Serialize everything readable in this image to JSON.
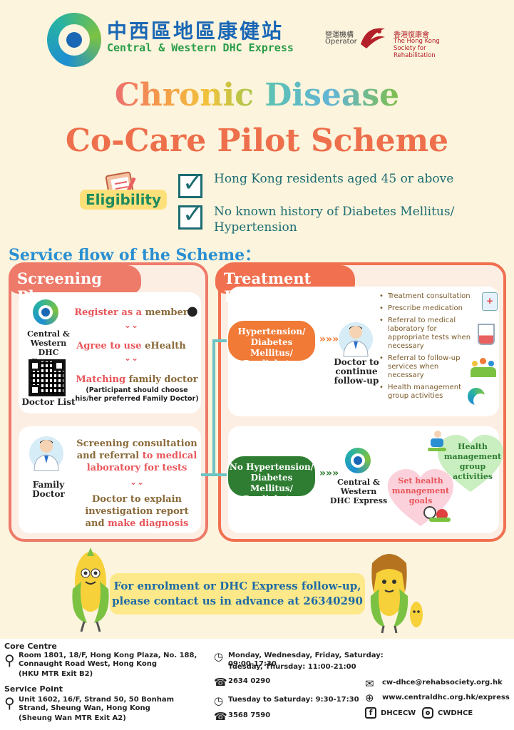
{
  "header": {
    "org_zh": "中西區地區康健站",
    "org_en": "Central & Western DHC Express",
    "operator_zh": "營運機構",
    "operator_en": "Operator",
    "partner_zh": "香港復康會",
    "partner_en": "The Hong Kong Society for Rehabilitation"
  },
  "title": {
    "line1_words": [
      "Chronic",
      "Disease"
    ],
    "line2": "Co-Care Pilot Scheme"
  },
  "eligibility": {
    "label": "Eligibility",
    "items": [
      "Hong Kong residents aged 45 or above",
      "No known history of Diabetes Mellitus/ Hypertension"
    ]
  },
  "service_flow_title": "Service flow of the Scheme：",
  "screening": {
    "tab": "Screening Phase",
    "dhc_label": "Central & Western DHC Express",
    "doctor_list_label": "Doctor List",
    "step1_a": "Register as a ",
    "step1_b": "member",
    "step2_a": "Agree to use ",
    "step2_b": "eHealth",
    "step3_a": "Matching ",
    "step3_b": "family doctor",
    "step3_note": "(Participant should choose his/her preferred Family Doctor)",
    "family_doctor_label": "Family Doctor",
    "step4_a": "Screening consultation",
    "step4_b": "and referral ",
    "step4_c": "to medical laboratory for tests",
    "step5_a": "Doctor to explain investigation report",
    "step5_b": "and ",
    "step5_c": "make diagnosis"
  },
  "treatment": {
    "tab": "Treatment Phase",
    "pill_positive": "Hypertension/ Diabetes Mellitus/ Prediabetes",
    "doctor_label": "Doctor to continue follow-up",
    "bullets": [
      "Treatment consultation",
      "Prescribe medication",
      "Referral to medical laboratory for appropriate tests when necessary",
      "Referral to follow-up services when necessary",
      "Health management group activities"
    ],
    "pill_negative": "No Hypertension/ Diabetes Mellitus/ Prediabetes",
    "dhc_label": "Central & Western DHC Express",
    "heart_goals": "Set health management goals",
    "heart_activities": "Health management group activities"
  },
  "arrows": "»»»",
  "chevrons": "⌄⌄",
  "contact_banner": "For enrolment or DHC Express follow-up, please contact us in advance at 26340290",
  "footer": {
    "core_title": "Core Centre",
    "core_address": "Room 1801, 18/F, Hong Kong Plaza, No. 188, Connaught Road West, Hong Kong",
    "core_exit": "(HKU MTR Exit B2)",
    "core_hours1": "Monday, Wednesday, Friday, Saturday: 09:00-17:30",
    "core_hours2": "Tuesday, Thursday: 11:00-21:00",
    "core_phone": "2634 0290",
    "sp_title": "Service Point",
    "sp_address": "Unit 1602, 16/F, Strand 50, 50 Bonham Strand, Sheung Wan, Hong Kong",
    "sp_exit": "(Sheung Wan MTR Exit A2)",
    "sp_hours": "Tuesday to Saturday: 9:30-17:30",
    "sp_phone": "3568 7590",
    "email": "cw-dhce@rehabsociety.org.hk",
    "website": "www.centraldhc.org.hk/express",
    "facebook": "DHCECW",
    "instagram": "CWDHCE"
  },
  "colors": {
    "title_line2": "#ee6f4c",
    "teal": "#1c6c72",
    "coral": "#ee7a6a",
    "orange_pill": "#f07a36",
    "green_pill": "#2e7d32",
    "blue": "#1a67b5"
  }
}
